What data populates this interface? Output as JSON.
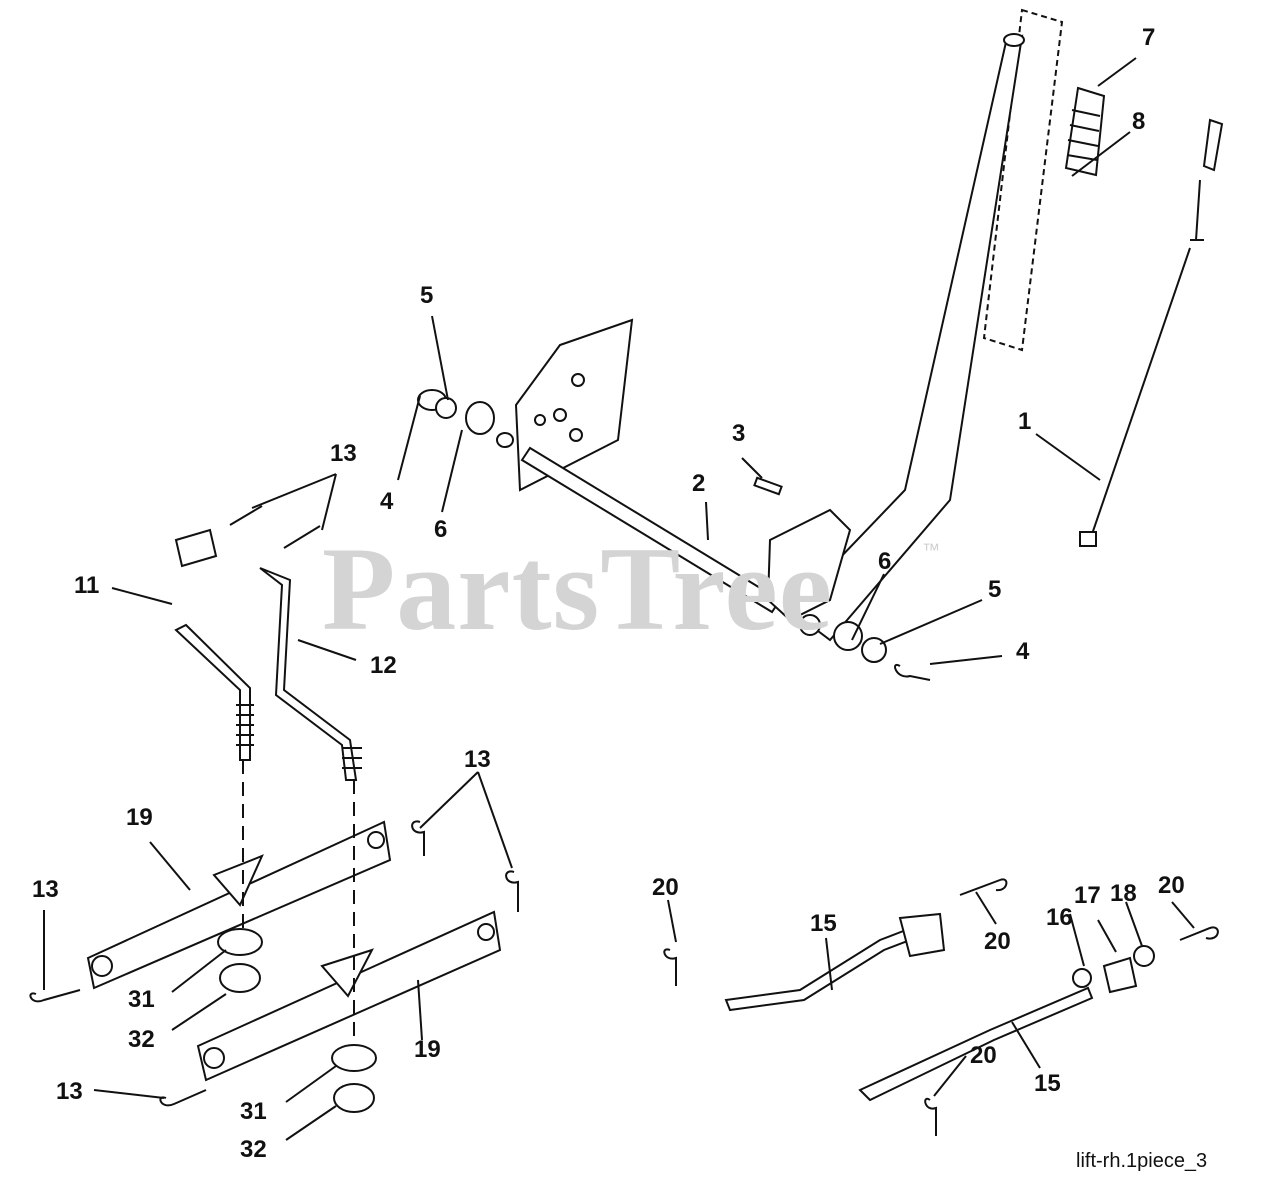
{
  "watermark": {
    "text": "PartsTree",
    "trademark": "™"
  },
  "caption": "lift-rh.1piece_3",
  "callouts": {
    "c1": "1",
    "c2": "2",
    "c3": "3",
    "c4a": "4",
    "c4b": "4",
    "c5a": "5",
    "c5b": "5",
    "c6a": "6",
    "c6b": "6",
    "c7": "7",
    "c8": "8",
    "c11": "11",
    "c12": "12",
    "c13a": "13",
    "c13b": "13",
    "c13c": "13",
    "c13d": "13",
    "c15a": "15",
    "c15b": "15",
    "c16": "16",
    "c17": "17",
    "c18": "18",
    "c19a": "19",
    "c19b": "19",
    "c20a": "20",
    "c20b": "20",
    "c20c": "20",
    "c20d": "20",
    "c31a": "31",
    "c31b": "31",
    "c32a": "32",
    "c32b": "32"
  }
}
